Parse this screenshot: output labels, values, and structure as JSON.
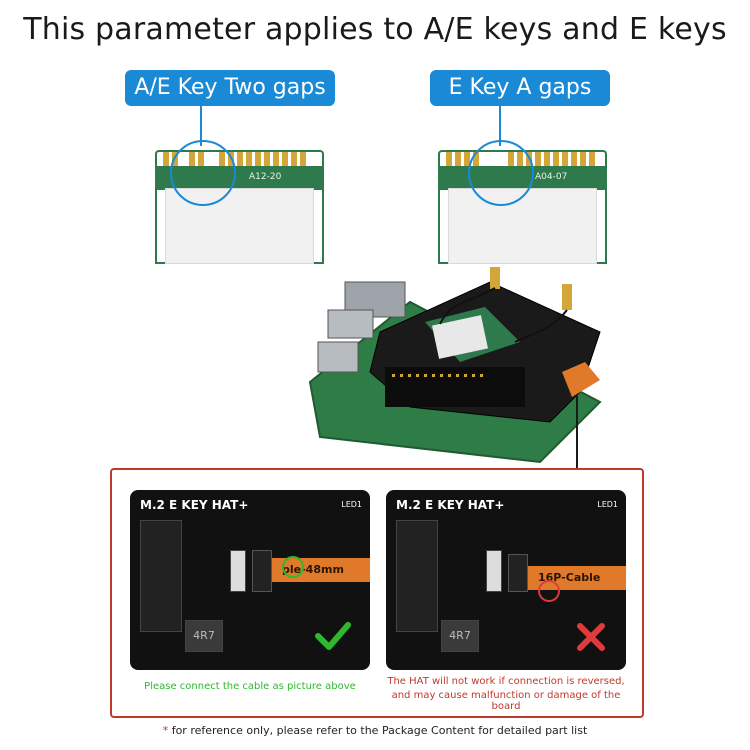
{
  "title": "This parameter applies to A/E keys and E keys",
  "labels": {
    "ae_key": "A/E Key Two gaps",
    "e_key": "E Key A gaps"
  },
  "modules": {
    "left_marking": "A12-20",
    "right_marking": "A04-07"
  },
  "hat_board": {
    "panel_title": "M.2 E KEY HAT+",
    "led_label": "LED1",
    "ic_label": "4R7"
  },
  "cables": {
    "correct_label": "ple-48mm",
    "wrong_label": "16P-Cable"
  },
  "captions": {
    "correct": "Please connect the cable as picture above",
    "wrong_line1": "The HAT will not work if connection is reversed,",
    "wrong_line2": "and may cause malfunction or damage of the board"
  },
  "footnote": "for reference only, please refer to the Package Content for detailed part list",
  "colors": {
    "accent_blue": "#1a8ad6",
    "border_red": "#c0392b",
    "correct_green": "#2eb82e",
    "wrong_red": "#e03a3a",
    "cable_orange": "#e07a2a"
  },
  "icons": {
    "correct": "check-icon",
    "wrong": "cross-icon"
  }
}
